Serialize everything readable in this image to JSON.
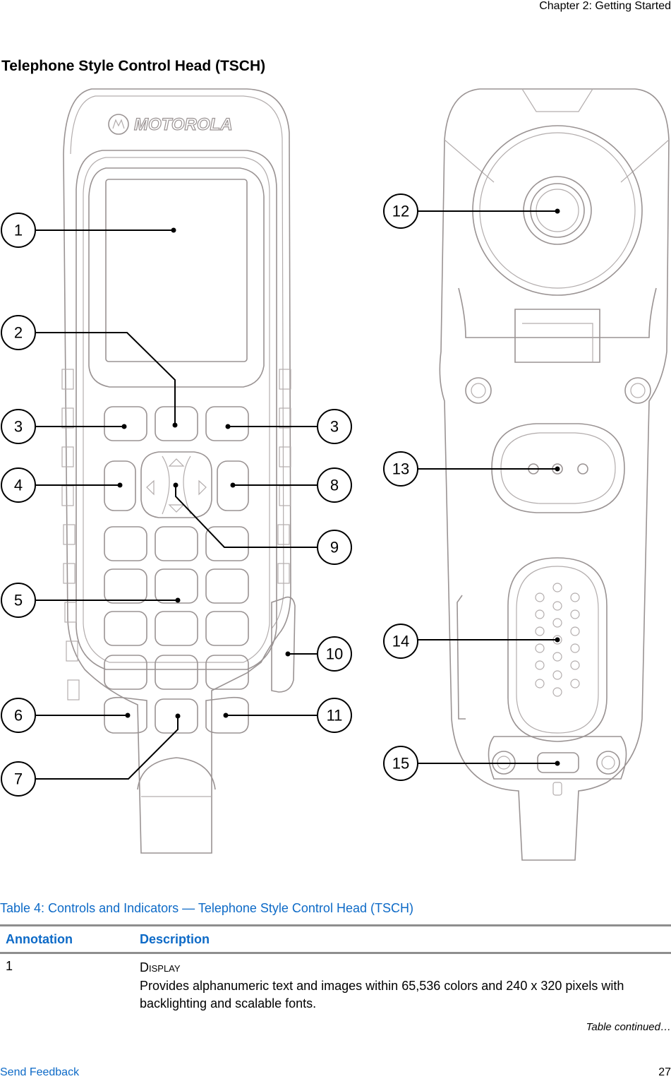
{
  "header": {
    "chapter": "Chapter 2: Getting Started"
  },
  "section_title": "Telephone Style Control Head (TSCH)",
  "figure": {
    "brand_logo_text": "MOTOROLA",
    "callouts": [
      "1",
      "2",
      "3",
      "3",
      "4",
      "8",
      "9",
      "5",
      "10",
      "6",
      "11",
      "7",
      "12",
      "13",
      "14",
      "15"
    ]
  },
  "table": {
    "caption": "Table 4: Controls and Indicators — Telephone Style Control Head (TSCH)",
    "headers": [
      "Annotation",
      "Description"
    ],
    "rows": [
      {
        "annotation": "1",
        "name_first": "D",
        "name_rest": "ISPLAY",
        "description": "Provides alphanumeric text and images within 65,536 colors and 240 x 320 pixels with backlighting and scalable fonts."
      }
    ],
    "continued": "Table continued…"
  },
  "footer": {
    "feedback": "Send Feedback",
    "page_number": "27"
  }
}
